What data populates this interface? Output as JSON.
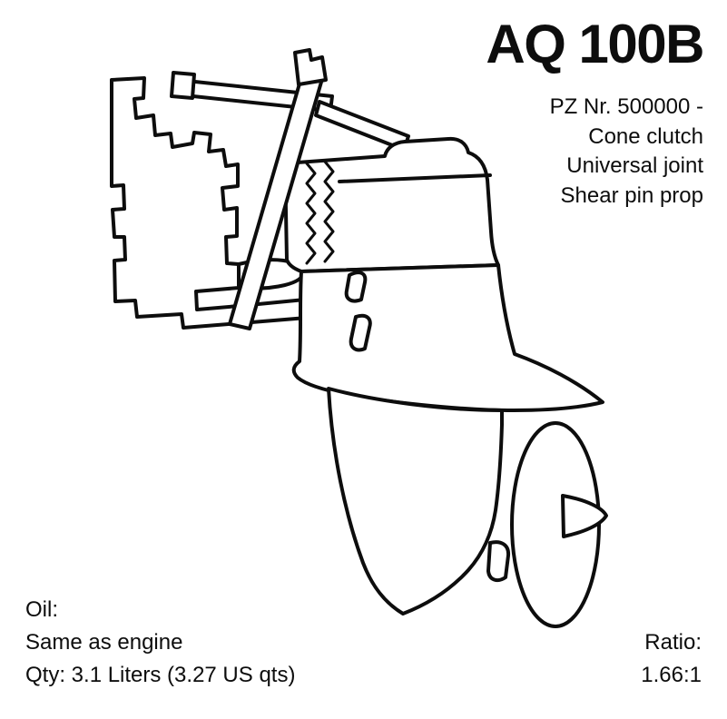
{
  "title": "AQ 100B",
  "spec_lines": [
    "PZ Nr. 500000 -",
    "Cone clutch",
    "Universal joint",
    "Shear pin prop"
  ],
  "oil": {
    "label": "Oil:",
    "type": "Same as engine",
    "quantity": "Qty: 3.1 Liters (3.27 US qts)"
  },
  "ratio": {
    "label": "Ratio:",
    "value": "1.66:1"
  },
  "diagram": {
    "semantic": "sterndrive-outdrive-line-drawing"
  },
  "colors": {
    "ink": "#0d0d0d",
    "background": "#ffffff"
  }
}
